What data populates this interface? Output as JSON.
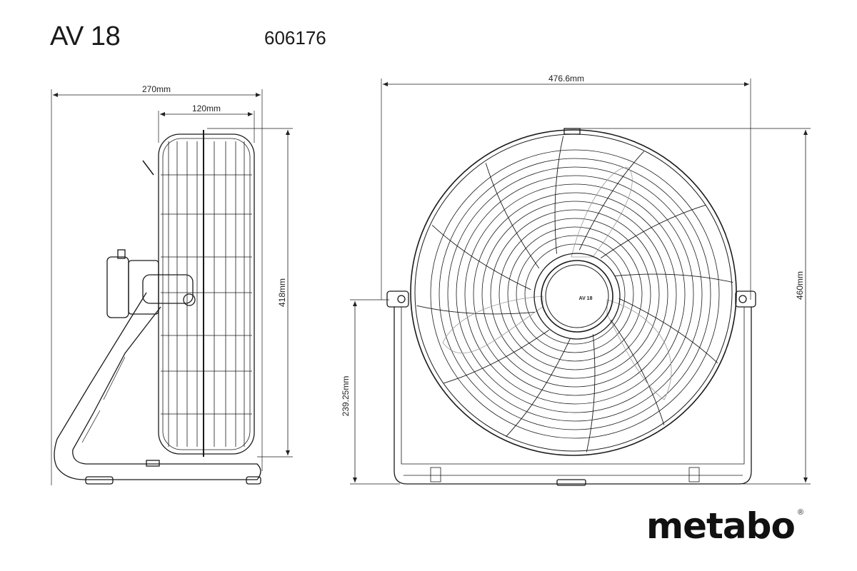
{
  "header": {
    "model": "AV 18",
    "part_number": "606176"
  },
  "side_view": {
    "overall_width": "270mm",
    "guard_depth": "120mm",
    "height": "418mm"
  },
  "front_view": {
    "overall_width": "476.6mm",
    "height": "460mm",
    "pivot_height": "239.25mm",
    "hub_label": "AV 18"
  },
  "brand": {
    "logo": "metabo",
    "registered": "®"
  },
  "colors": {
    "line": "#1a1a1a",
    "background": "#ffffff"
  }
}
